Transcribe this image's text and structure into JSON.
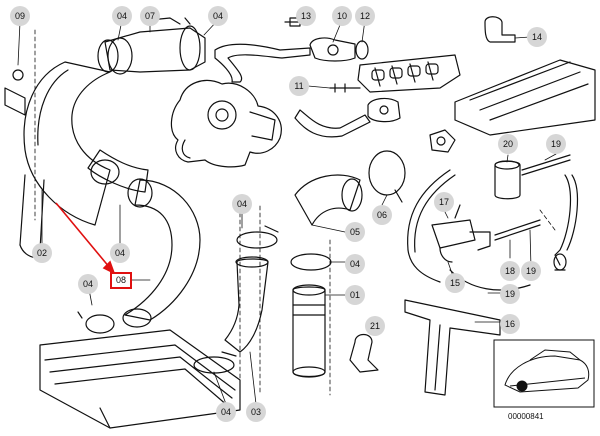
{
  "diagram": {
    "callouts": [
      "09",
      "04",
      "07",
      "04",
      "13",
      "10",
      "12",
      "14",
      "11",
      "02",
      "04",
      "05",
      "06",
      "20",
      "19",
      "17",
      "18",
      "19",
      "15",
      "19",
      "04",
      "01",
      "21",
      "16",
      "04",
      "03"
    ],
    "selected_callout": "08",
    "document_number": "00000841",
    "colors": {
      "line": "#111111",
      "callout_bg": "#d6d6d6",
      "highlight": "#e01010"
    }
  }
}
